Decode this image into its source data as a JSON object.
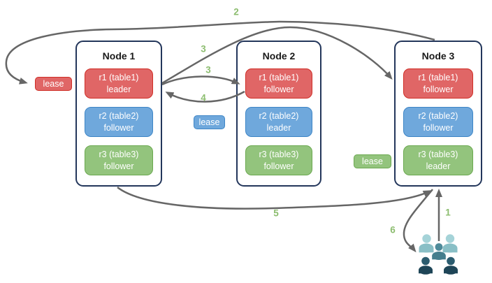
{
  "nodes": [
    {
      "title": "Node 1",
      "replicas": [
        {
          "name": "r1 (table1)",
          "role": "leader",
          "color": "red"
        },
        {
          "name": "r2 (table2)",
          "role": "follower",
          "color": "blue"
        },
        {
          "name": "r3 (table3)",
          "role": "follower",
          "color": "green"
        }
      ]
    },
    {
      "title": "Node 2",
      "replicas": [
        {
          "name": "r1 (table1)",
          "role": "follower",
          "color": "red"
        },
        {
          "name": "r2 (table2)",
          "role": "leader",
          "color": "blue"
        },
        {
          "name": "r3 (table3)",
          "role": "follower",
          "color": "green"
        }
      ]
    },
    {
      "title": "Node 3",
      "replicas": [
        {
          "name": "r1 (table1)",
          "role": "follower",
          "color": "red"
        },
        {
          "name": "r2 (table2)",
          "role": "follower",
          "color": "blue"
        },
        {
          "name": "r3 (table3)",
          "role": "leader",
          "color": "green"
        }
      ]
    }
  ],
  "leases": [
    {
      "label": "lease",
      "color": "red"
    },
    {
      "label": "lease",
      "color": "blue"
    },
    {
      "label": "lease",
      "color": "green"
    }
  ],
  "steps": {
    "s1": "1",
    "s2": "2",
    "s3a": "3",
    "s3b": "3",
    "s4": "4",
    "s5": "5",
    "s6": "6"
  },
  "icons": {
    "users": "users-group-icon"
  },
  "colors": {
    "bg": "#ffffff",
    "node-bg": "#ffffff",
    "node-border": "#23365b",
    "title-text": "#1a1a1a",
    "replica-text": "#ffffff",
    "red": "#e06666",
    "red-border": "#cf2e26",
    "blue": "#6fa8dc",
    "blue-border": "#3d85c6",
    "green": "#93c47d",
    "green-border": "#6aa84f",
    "arrow": "#666666",
    "step": "#8cbd6f",
    "users-light-head": "#a5d3d8",
    "users-light-body": "#89bfc6",
    "users-mid-head": "#4f8b9a",
    "users-mid-body": "#457e8d",
    "users-dark-head": "#2b5c6f",
    "users-dark-body": "#1e4557"
  }
}
